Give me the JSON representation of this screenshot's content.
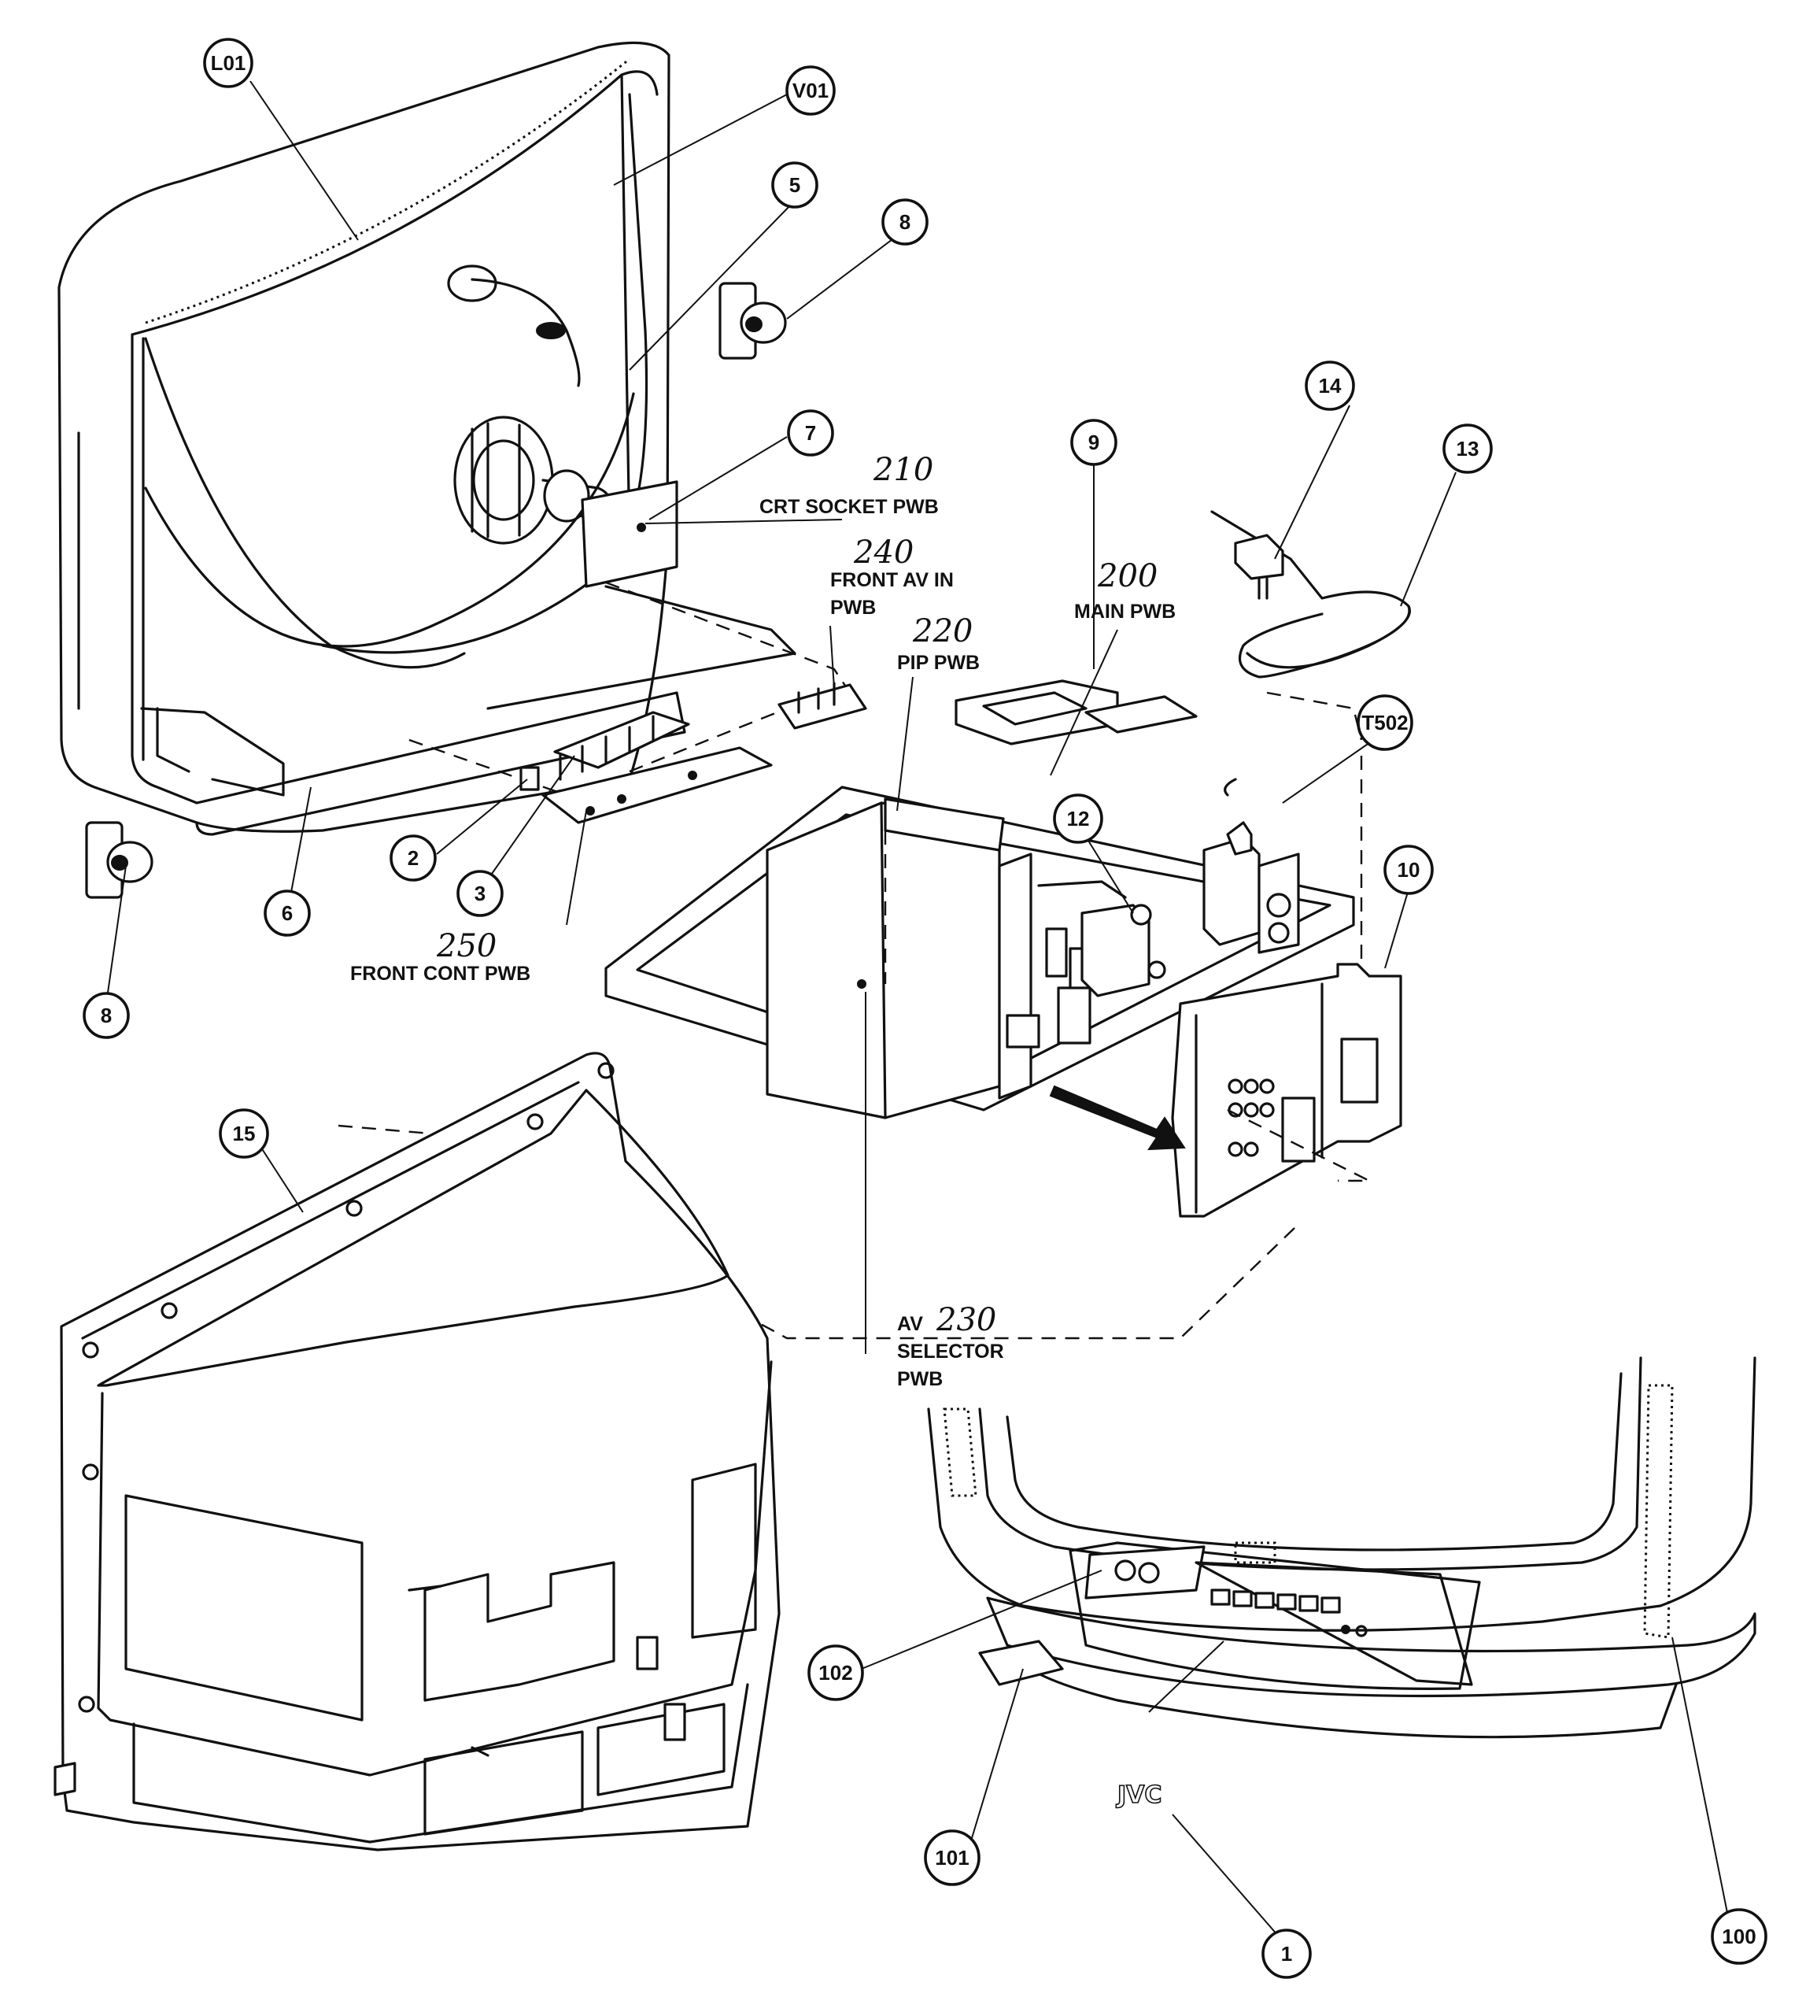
{
  "callouts": [
    {
      "id": "L01"
    },
    {
      "id": "V01"
    },
    {
      "id": "5"
    },
    {
      "id": "8"
    },
    {
      "id": "7"
    },
    {
      "id": "9"
    },
    {
      "id": "14"
    },
    {
      "id": "13"
    },
    {
      "id": "T502"
    },
    {
      "id": "12"
    },
    {
      "id": "10"
    },
    {
      "id": "2"
    },
    {
      "id": "3"
    },
    {
      "id": "6"
    },
    {
      "id": "8"
    },
    {
      "id": "15"
    },
    {
      "id": "102"
    },
    {
      "id": "101"
    },
    {
      "id": "1"
    },
    {
      "id": "100"
    }
  ],
  "boards": [
    {
      "number": "210",
      "label": "CRT SOCKET PWB"
    },
    {
      "number": "240",
      "label": "FRONT AV IN",
      "label2": "PWB"
    },
    {
      "number": "200",
      "label": "MAIN PWB"
    },
    {
      "number": "220",
      "label": "PIP PWB"
    },
    {
      "number": "250",
      "label": "FRONT CONT PWB"
    },
    {
      "number": "230",
      "prefix": "AV",
      "label": "SELECTOR",
      "label2": "PWB"
    }
  ],
  "brand_logo": "JVC"
}
